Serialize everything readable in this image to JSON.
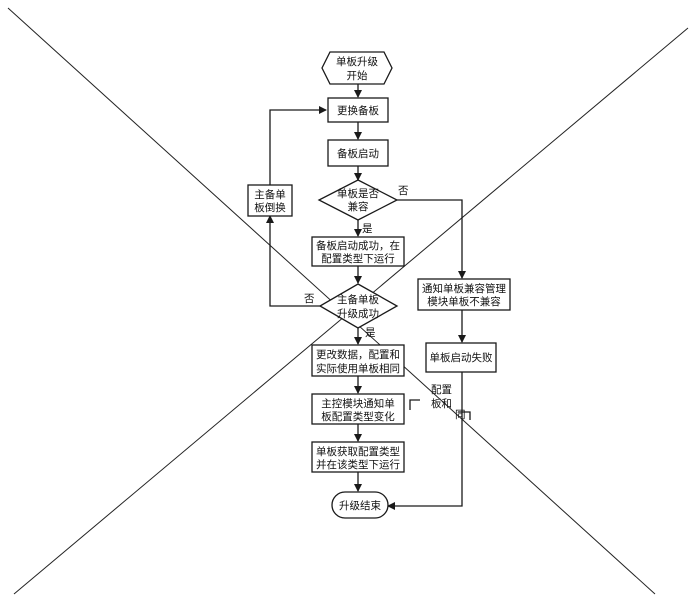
{
  "nodes": {
    "start": {
      "shape": "hexagon",
      "lines": [
        "单板升级",
        "开始"
      ]
    },
    "replace_board": {
      "shape": "rect",
      "lines": [
        "更换备板"
      ]
    },
    "board_boot": {
      "shape": "rect",
      "lines": [
        "备板启动"
      ]
    },
    "compat_check": {
      "shape": "diamond",
      "lines": [
        "单板是否",
        "兼容"
      ]
    },
    "boot_success": {
      "shape": "rect",
      "lines": [
        "备板启动成功，在",
        "配置类型下运行"
      ]
    },
    "upgrade_check": {
      "shape": "diamond",
      "lines": [
        "主备单板",
        "升级成功"
      ]
    },
    "change_data": {
      "shape": "rect",
      "lines": [
        "更改数据，配置和",
        "实际使用单板相同"
      ]
    },
    "notify_config": {
      "shape": "rect",
      "lines": [
        "主控模块通知单",
        "板配置类型变化"
      ]
    },
    "get_config": {
      "shape": "rect",
      "lines": [
        "单板获取配置类型",
        "并在该类型下运行"
      ]
    },
    "end": {
      "shape": "terminal",
      "lines": [
        "升级结束"
      ]
    },
    "switchover": {
      "shape": "rect",
      "lines": [
        "主备单",
        "板倒换"
      ]
    },
    "notify_incompat": {
      "shape": "rect",
      "lines": [
        "通知单板兼容管理",
        "模块单板不兼容"
      ]
    },
    "boot_fail": {
      "shape": "rect",
      "lines": [
        "单板启动失败"
      ]
    }
  },
  "edge_labels": {
    "compat_no": "否",
    "compat_yes": "是",
    "upgrade_no": "否",
    "upgrade_yes": "是"
  },
  "annotation": {
    "lines": [
      "配置",
      "板和",
      "同"
    ]
  }
}
